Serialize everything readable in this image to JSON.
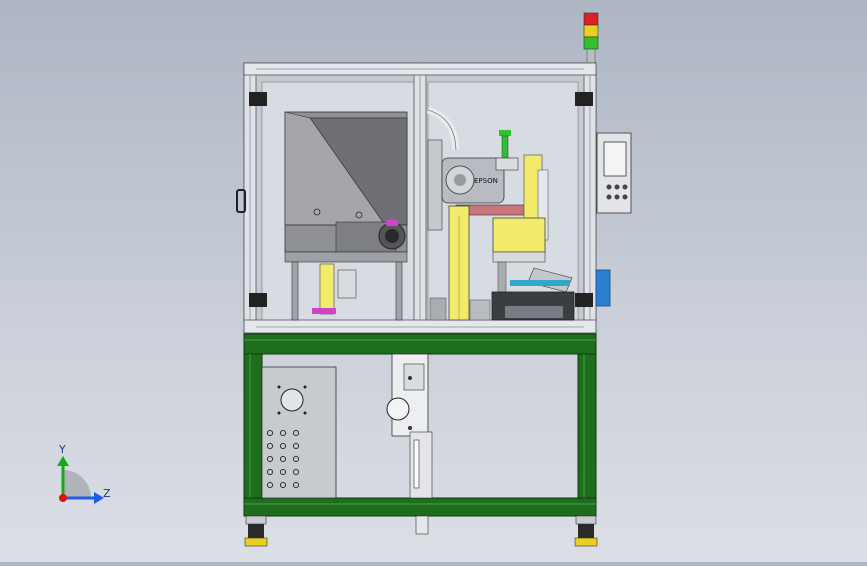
{
  "machine": {
    "robot_brand": "EPSON"
  },
  "triad": {
    "y_label": "Y",
    "z_label": "Z",
    "y_color": "#1aa51a",
    "z_color": "#1d5ee8",
    "origin_color": "#e01010"
  },
  "colors": {
    "frame_green": "#1f6e1f",
    "frame_green_light": "#3c9a3c",
    "aluminum": "#d8dce2",
    "hopper_grey": "#8f9196",
    "yellow_part": "#f2ea6a",
    "stack_light": [
      "#e02020",
      "#e8d020",
      "#30c030"
    ]
  }
}
